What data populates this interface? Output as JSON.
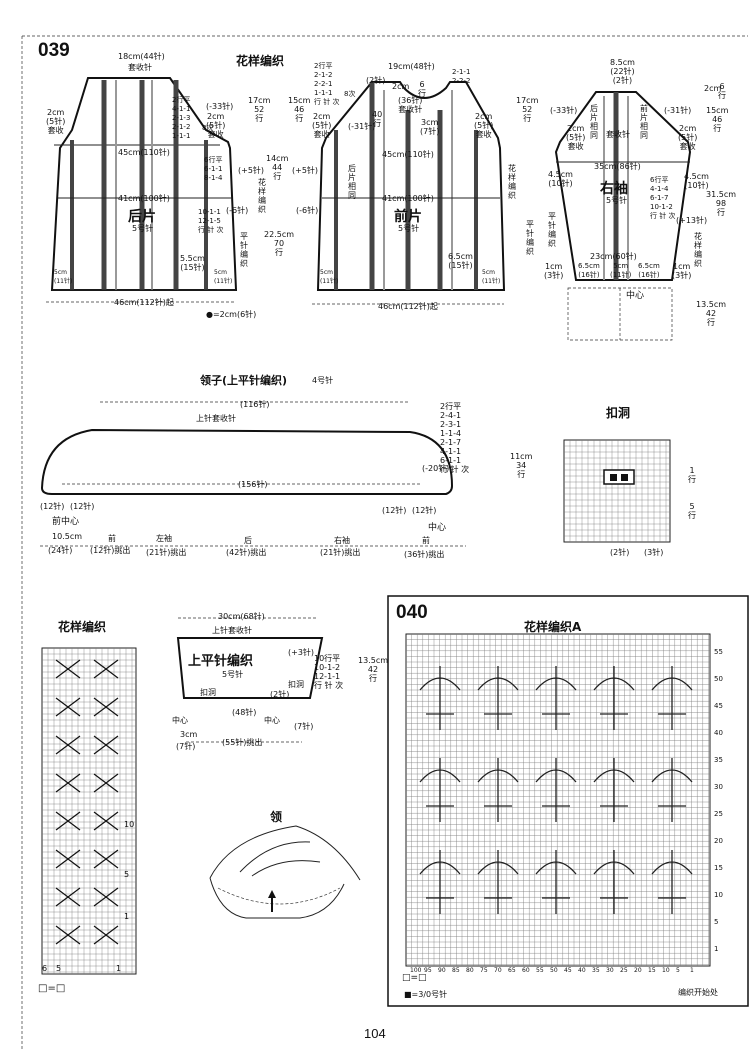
{
  "page_number": "104",
  "p039": {
    "number": "039",
    "back": {
      "title": "后片",
      "needle": "5号针",
      "pattern_heading": "花样编织",
      "top_width": "18cm(44针)",
      "bind_off": "套收针",
      "width_45": "45cm(110针)",
      "width_41": "41cm(100针)",
      "cast_on": "46cm(112针)起",
      "note_dot": "●=2cm(6针)",
      "shoulder": [
        "2cm",
        "(5针)",
        "套收"
      ],
      "armhole_dec": "(-33针)",
      "shoulder_seq": [
        "2行平",
        "4-1-1",
        "2-1-3",
        "2-1-2",
        "1-1-1"
      ],
      "times8": "8次",
      "side_seq": [
        "6行平",
        "6-1-1",
        "8-1-4"
      ],
      "inc5": "(+5针)",
      "dec6": "(-6针)",
      "waist_seq": [
        "10-1-1",
        "12-1-5",
        "行 针 次"
      ],
      "flat": [
        "平",
        "针",
        "编",
        "织"
      ],
      "pattern_v": [
        "花",
        "样",
        "编",
        "织"
      ],
      "right_small": [
        "5.5cm",
        "(15针)"
      ],
      "left_hem": [
        "5cm",
        "(11针)"
      ],
      "right_hem": [
        "5cm",
        "(11针)"
      ],
      "h17": [
        "17cm",
        "52",
        "行"
      ],
      "h14": [
        "14cm",
        "44",
        "行"
      ],
      "h225": [
        "22.5cm",
        "70",
        "行"
      ]
    },
    "front": {
      "title": "前片",
      "needle": "5号针",
      "top": "19cm(48针)",
      "neck_seq": [
        "2行平",
        "2-1-2",
        "2-2-1",
        "1-1-1",
        "行 针 次"
      ],
      "times8": "8次",
      "neck_r": [
        "2-1-1",
        "2-2-2"
      ],
      "two_cm": "2cm",
      "cm2b": "(2针)",
      "six_rows": [
        "6",
        "行"
      ],
      "bind36": [
        "(36针)",
        "套收针"
      ],
      "three_cm": [
        "3cm",
        "(7针)"
      ],
      "forty": [
        "40",
        "行"
      ],
      "dec31": "(-31针)",
      "h15": [
        "15cm",
        "46",
        "行"
      ],
      "h17r": [
        "17cm",
        "52",
        "行"
      ],
      "shoulder_l": [
        "2cm",
        "(5针)",
        "套收"
      ],
      "shoulder_r": [
        "2cm",
        "(5针)",
        "套收"
      ],
      "back_same": [
        "后",
        "片",
        "相",
        "同"
      ],
      "width_45": "45cm(110针)",
      "width_41": "41cm(100针)",
      "inc5": "(+5针)",
      "dec6": "(-6针)",
      "right_small": [
        "6.5cm",
        "(15针)"
      ],
      "left_hem": [
        "5cm",
        "(11针)"
      ],
      "right_hem": [
        "5cm",
        "(11针)"
      ],
      "cast_on": "46cm(112针)起",
      "pattern_v": [
        "花",
        "样",
        "编",
        "织"
      ],
      "flat_v": [
        "平",
        "针",
        "编",
        "织"
      ]
    },
    "sleeve": {
      "title": "右袖",
      "needle": "5号针",
      "top": "8.5cm",
      "top_st": "(22针)",
      "top_rows": "(2针)",
      "cm2": "2cm",
      "six_rows": [
        "6",
        "行"
      ],
      "dec33": "(-33针)",
      "dec31": "(-31针)",
      "back_same": [
        "后",
        "片",
        "相",
        "同"
      ],
      "front_same": [
        "前",
        "片",
        "相",
        "同"
      ],
      "bind_l": [
        "2cm",
        "(5针)",
        "套收"
      ],
      "bind_r": [
        "2cm",
        "(5针)",
        "套收"
      ],
      "mid_bind": "套收针",
      "h15": [
        "15cm",
        "46",
        "行"
      ],
      "h315": [
        "31.5cm",
        "98",
        "行"
      ],
      "h135": [
        "13.5cm",
        "42",
        "行"
      ],
      "width_35": "35cm(86针)",
      "cm45": [
        "4.5cm",
        "(10针)"
      ],
      "cm45r": [
        "4.5cm",
        "(10针)"
      ],
      "seq": [
        "6行平",
        "4-1-4",
        "6-1-7",
        "10-1-2",
        "行 针 次"
      ],
      "inc13": "(+13针)",
      "width_23": "23cm(60针)",
      "cm1l": [
        "1cm",
        "(3针)"
      ],
      "cm1r": [
        "1cm",
        "(3针)"
      ],
      "cm65l": [
        "6.5cm",
        "(16针)"
      ],
      "cm5": [
        "5cm",
        "(11针)"
      ],
      "cm65r": [
        "6.5cm",
        "(16针)"
      ],
      "center": "中心",
      "flat_v": [
        "平",
        "针",
        "编",
        "织"
      ],
      "pattern_v": [
        "花",
        "样",
        "编",
        "织"
      ]
    },
    "collar": {
      "title": "领子(上平针编织)",
      "needle": "4号针",
      "top": "(116针)",
      "bind_off": "上针套收针",
      "mid": "(156针)",
      "seq": [
        "2行平",
        "2-4-1",
        "2-3-1",
        "1-1-4",
        "2-1-7",
        "4-1-1",
        "6-1-1",
        "行 针 次"
      ],
      "dec20": "(-20针)",
      "height": [
        "11cm",
        "34",
        "行"
      ],
      "left12": "(12针)",
      "left12b": "(12针)",
      "right12": "(12针)",
      "right12b": "(12针)",
      "front_center": "前中心",
      "center": "中心",
      "pickup_labels": [
        "前",
        "左袖",
        "后",
        "右袖",
        "前"
      ],
      "cm105": "10.5cm",
      "pickups": [
        "(24针)",
        "(12针)挑出",
        "(21针)挑出",
        "(42针)挑出",
        "(21针)挑出",
        "(36针)挑出"
      ]
    },
    "buttonhole": {
      "title": "扣洞",
      "rows1": [
        "1",
        "行"
      ],
      "rows5": [
        "5",
        "行"
      ],
      "st2": "(2针)",
      "st3": "(3针)"
    },
    "small_chart": {
      "title": "花样编织",
      "row_labels": [
        "10",
        "5",
        "1"
      ],
      "col_labels": [
        "6",
        "5",
        "1"
      ],
      "legend": "□=□"
    },
    "band": {
      "width": "30cm(68针)",
      "bind_off": "上针套收针",
      "title": "上平针编织",
      "needle": "5号针",
      "inc3": "(+3针)",
      "seq": [
        "10行平",
        "10-1-2",
        "12-1-1",
        "行 针 次"
      ],
      "height": [
        "13.5cm",
        "42",
        "行"
      ],
      "hole_l": "扣洞",
      "hole_r": "扣洞",
      "st2": "(2针)",
      "st48": "(48针)",
      "center_l": "中心",
      "center_r": "中心",
      "st7": "(7针)",
      "cm3": "3cm",
      "st7b": "(7针)",
      "pickup55": "(55针)挑出"
    },
    "collar_sketch": {
      "title": "领"
    }
  },
  "p040": {
    "number": "040",
    "title": "花样编织A",
    "row_nums": [
      "55",
      "50",
      "45",
      "40",
      "35",
      "30",
      "25",
      "20",
      "15",
      "10",
      "5",
      "1"
    ],
    "col_nums": [
      "100",
      "95",
      "90",
      "85",
      "80",
      "75",
      "70",
      "65",
      "60",
      "55",
      "50",
      "45",
      "40",
      "35",
      "30",
      "25",
      "20",
      "15",
      "10",
      "5",
      "1"
    ],
    "legend1": "□=□",
    "legend2": "3/0号针",
    "start_note": "编织开始处"
  }
}
